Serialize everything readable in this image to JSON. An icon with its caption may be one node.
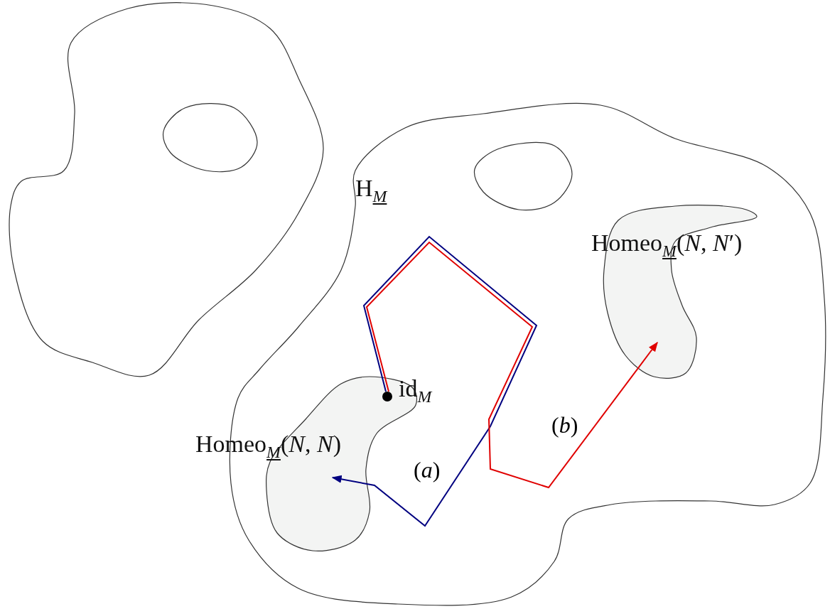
{
  "diagram": {
    "nodes": [
      {
        "text": [],
        "shape": "cloud"
      },
      {
        "text": [
          "H$_{M}$"
        ]
      },
      {
        "text": [
          "Homeo$_{M}$(*N*, *N*)"
        ],
        "in": 1
      },
      {
        "text": [
          "Homeo$_{M}$(*N*, *N*′)"
        ],
        "in": 1
      },
      {
        "text": [],
        "shape": "circle",
        "in": 2,
        "beside": [
          "id$_{M}$"
        ]
      }
    ],
    "edges": [
      {
        "from": 4,
        "to": 2,
        "arrow": "to",
        "label": "(*a*)",
        "color": "#000080"
      },
      {
        "from": 4,
        "to": 3,
        "arrow": "to",
        "label": "(*b*)",
        "color": "#e00000"
      }
    ]
  }
}
